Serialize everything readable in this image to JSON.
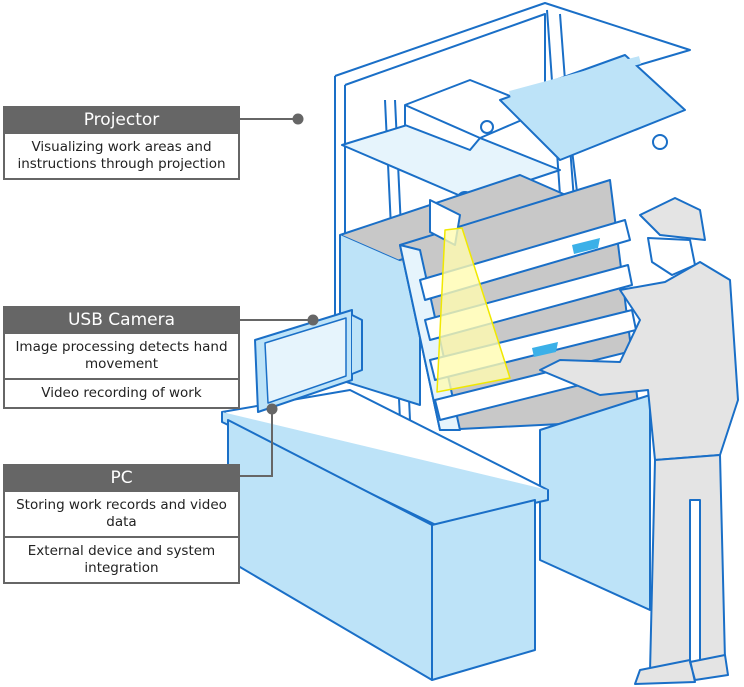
{
  "callouts": [
    {
      "title": "Projector",
      "items": [
        "Visualizing work areas and instructions through projection"
      ]
    },
    {
      "title": "USB Camera",
      "items": [
        "Image processing detects hand movement",
        "Video recording of work"
      ]
    },
    {
      "title": "PC",
      "items": [
        "Storing work records and video data",
        "External device and system integration"
      ]
    }
  ],
  "colors": {
    "header": "#666666",
    "line": "#1a6fc7",
    "fill_light": "#bde3f8",
    "fill_pale": "#e6f4fc",
    "projection": "#fffbb0",
    "shelf_gray": "#c8c8c8",
    "person": "#e4e4e4"
  }
}
